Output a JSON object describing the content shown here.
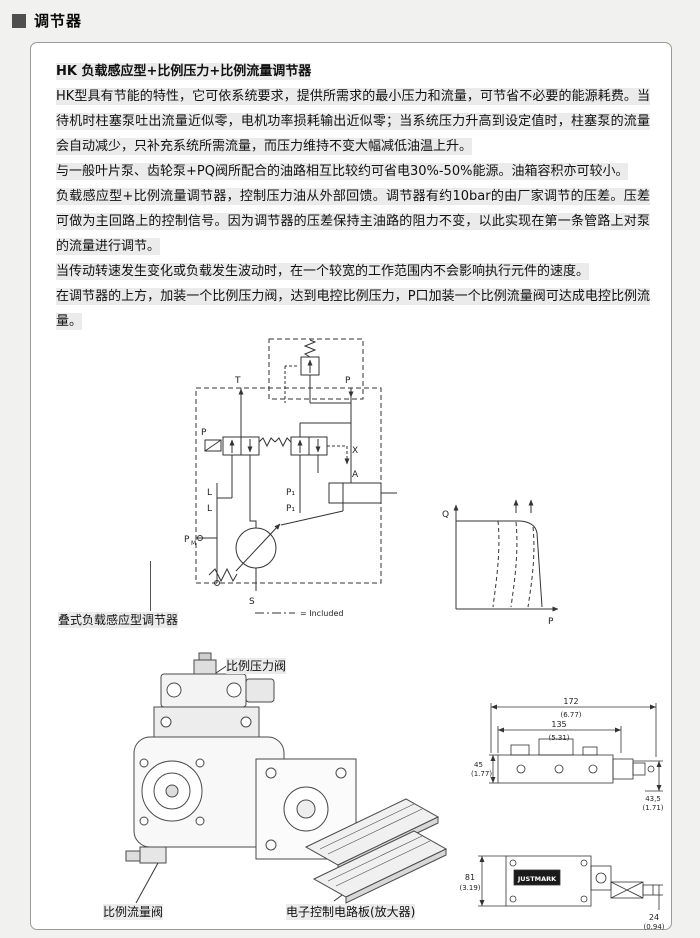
{
  "page": {
    "section_title": "调节器"
  },
  "article": {
    "title": "HK 负载感应型+比例压力+比例流量调节器",
    "paragraphs": [
      "HK型具有节能的特性，它可依系统要求，提供所需求的最小压力和流量，可节省不必要的能源耗费。当待机时柱塞泵吐出流量近似零，电机功率损耗输出近似零；当系统压力升高到设定值时，柱塞泵的流量会自动减少，只补充系统所需流量，而压力维持不变大幅减低油温上升。",
      "与一般叶片泵、齿轮泵+PQ阀所配合的油路相互比较约可省电30%-50%能源。油箱容积亦可较小。",
      "负载感应型+比例流量调节器，控制压力油从外部回馈。调节器有约10bar的由厂家调节的压差。压差可做为主回路上的控制信号。因为调节器的压差保持主油路的阻力不变，以此实现在第一条管路上对泵的流量进行调节。",
      "当传动转速发生变化或负载发生波动时，在一个较宽的工作范围内不会影响执行元件的速度。",
      "在调节器的上方，加装一个比例压力阀，达到电控比例压力，P口加装一个比例流量阀可达成电控比例流量。"
    ]
  },
  "schematic": {
    "ports": {
      "t": "T",
      "p_top": "P",
      "p_left": "P",
      "l1": "L",
      "l2": "L",
      "p1a": "P₁",
      "p1b": "P₁",
      "x": "X",
      "a": "A",
      "pm_main": "P",
      "pm_sub": "M",
      "s": "S"
    },
    "legend_text": "= Included"
  },
  "graph": {
    "y_axis": "Q",
    "x_axis": "P"
  },
  "callouts": {
    "stack_regulator": "叠式负载感应型调节器",
    "pressure_valve": "比例压力阀",
    "flow_valve": "比例流量阀",
    "amplifier": "电子控制电路板(放大器)"
  },
  "dimensions": {
    "top_view": {
      "width_mm": "172",
      "width_in": "(6.77)",
      "inner_mm": "135",
      "inner_in": "(5.31)",
      "height_mm": "45",
      "height_in": "(1.77)",
      "right_mm": "43,5",
      "right_in": "(1.71)"
    },
    "bottom_view": {
      "height_mm": "81",
      "height_in": "(3.19)",
      "depth_mm": "24",
      "depth_in": "(0.94)",
      "brand": "JUSTMARK"
    }
  }
}
